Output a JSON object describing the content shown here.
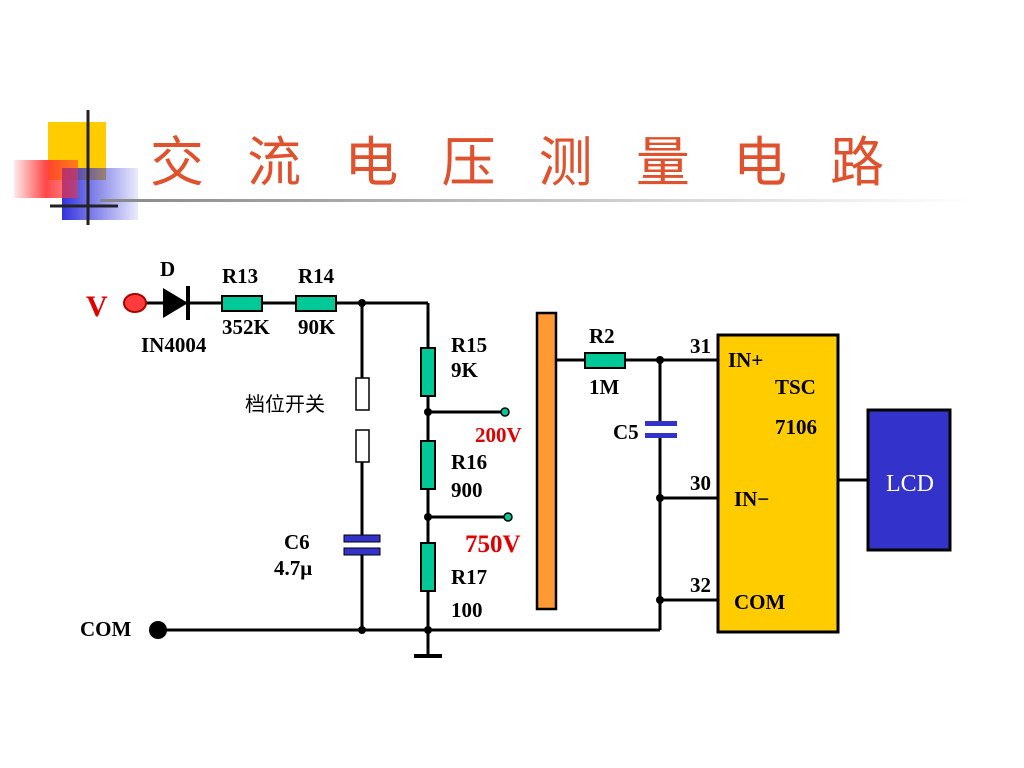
{
  "slide": {
    "title": "交 流 电 压 测 量 电 路"
  },
  "circuit": {
    "input": {
      "label": "V",
      "terminal_color": "#ff3b3b"
    },
    "diode": {
      "name": "D",
      "part": "IN4004"
    },
    "r13": {
      "name": "R13",
      "value": "352K"
    },
    "r14": {
      "name": "R14",
      "value": "90K"
    },
    "r15": {
      "name": "R15",
      "value": "9K"
    },
    "r16": {
      "name": "R16",
      "value": "900"
    },
    "r17": {
      "name": "R17",
      "value": "100"
    },
    "switch_label": "档位开关",
    "c6": {
      "name": "C6",
      "value": "4.7μ"
    },
    "range_200": "200V",
    "range_750": "750V",
    "r2": {
      "name": "R2",
      "value": "1M"
    },
    "c5": {
      "name": "C5"
    },
    "com_label": "COM",
    "chip": {
      "line1": "TSC",
      "line2": "7106",
      "pin_in_plus": "IN+",
      "pin_in_minus": "IN−",
      "pin_com": "COM",
      "pin31": "31",
      "pin30": "30",
      "pin32": "32",
      "fill": "#ffcc00"
    },
    "lcd": {
      "label": "LCD",
      "fill": "#3333cc"
    },
    "resistor_color": "#00c896",
    "range_color": "#e00000",
    "selector_bar_color": "#ff9933"
  }
}
